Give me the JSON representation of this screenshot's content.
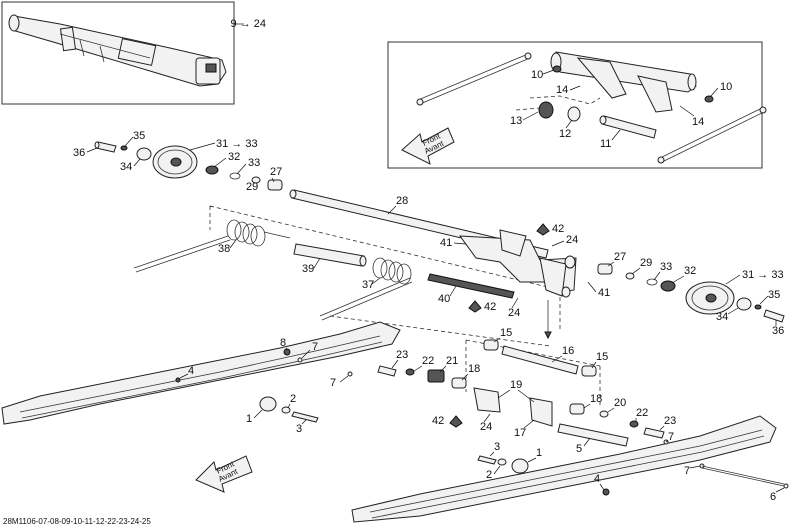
{
  "callouts": {
    "ref_9_24": "9 → 24",
    "ref_31_33_left": "31 → 33",
    "ref_31_33_right": "31 → 33",
    "c1a": "1",
    "c1b": "1",
    "c2a": "2",
    "c2b": "2",
    "c3a": "3",
    "c3b": "3",
    "c4a": "4",
    "c4b": "4",
    "c5": "5",
    "c6": "6",
    "c7a": "7",
    "c7b": "7",
    "c7c": "7",
    "c7d": "7",
    "c8": "8",
    "c10a": "10",
    "c10b": "10",
    "c11": "11",
    "c12": "12",
    "c13": "13",
    "c14a": "14",
    "c14b": "14",
    "c15a": "15",
    "c15b": "15",
    "c16": "16",
    "c17": "17",
    "c18a": "18",
    "c18b": "18",
    "c19": "19",
    "c20": "20",
    "c21": "21",
    "c22a": "22",
    "c22b": "22",
    "c23a": "23",
    "c23b": "23",
    "c24a": "24",
    "c24b": "24",
    "c24c": "24",
    "c27a": "27",
    "c27b": "27",
    "c28": "28",
    "c29a": "29",
    "c29b": "29",
    "c32a": "32",
    "c32b": "32",
    "c33a": "33",
    "c33b": "33",
    "c34a": "34",
    "c34b": "34",
    "c35a": "35",
    "c35b": "35",
    "c36a": "36",
    "c36b": "36",
    "c37": "37",
    "c38": "38",
    "c39": "39",
    "c40": "40",
    "c41a": "41",
    "c41b": "41",
    "c42a": "42",
    "c42b": "42",
    "c42c": "42"
  },
  "front_arrow_top": {
    "line1": "Front",
    "line2": "Avant"
  },
  "front_arrow_bottom": {
    "line1": "Front",
    "line2": "Avant"
  },
  "footer_code": "28M1106-07-08-09-10-11-12-22-23-24-25"
}
